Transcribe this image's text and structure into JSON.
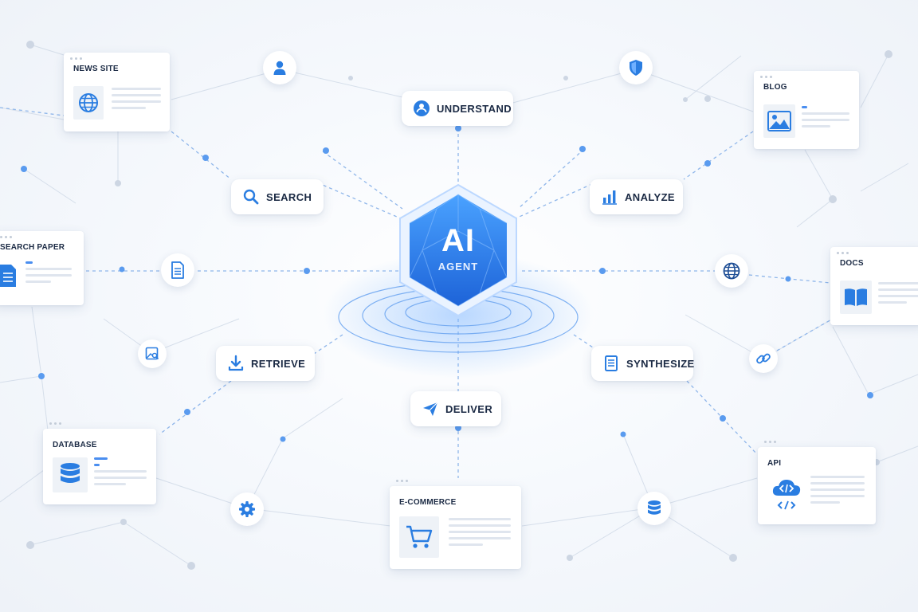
{
  "hub": {
    "title": "AI",
    "subtitle": "AGENT"
  },
  "steps": {
    "understand": "UNDERSTAND",
    "search": "SEARCH",
    "analyze": "ANALYZE",
    "retrieve": "RETRIEVE",
    "synthesize": "SYNTHESIZE",
    "deliver": "DELIVER"
  },
  "sources": {
    "news_site": "NEWS SITE",
    "blog": "BLOG",
    "research_paper": "SEARCH PAPER",
    "docs": "DOCS",
    "database": "DATABASE",
    "api": "API",
    "ecommerce": "E-COMMERCE"
  },
  "colors": {
    "accent": "#2a7de1",
    "accent_light": "#4a8ef0",
    "text": "#1b2a44",
    "line": "#8fb6ea"
  },
  "icons": [
    "user-icon",
    "shield-icon",
    "document-icon",
    "image-icon",
    "gear-icon",
    "globe-icon",
    "link-icon",
    "database-icon"
  ]
}
